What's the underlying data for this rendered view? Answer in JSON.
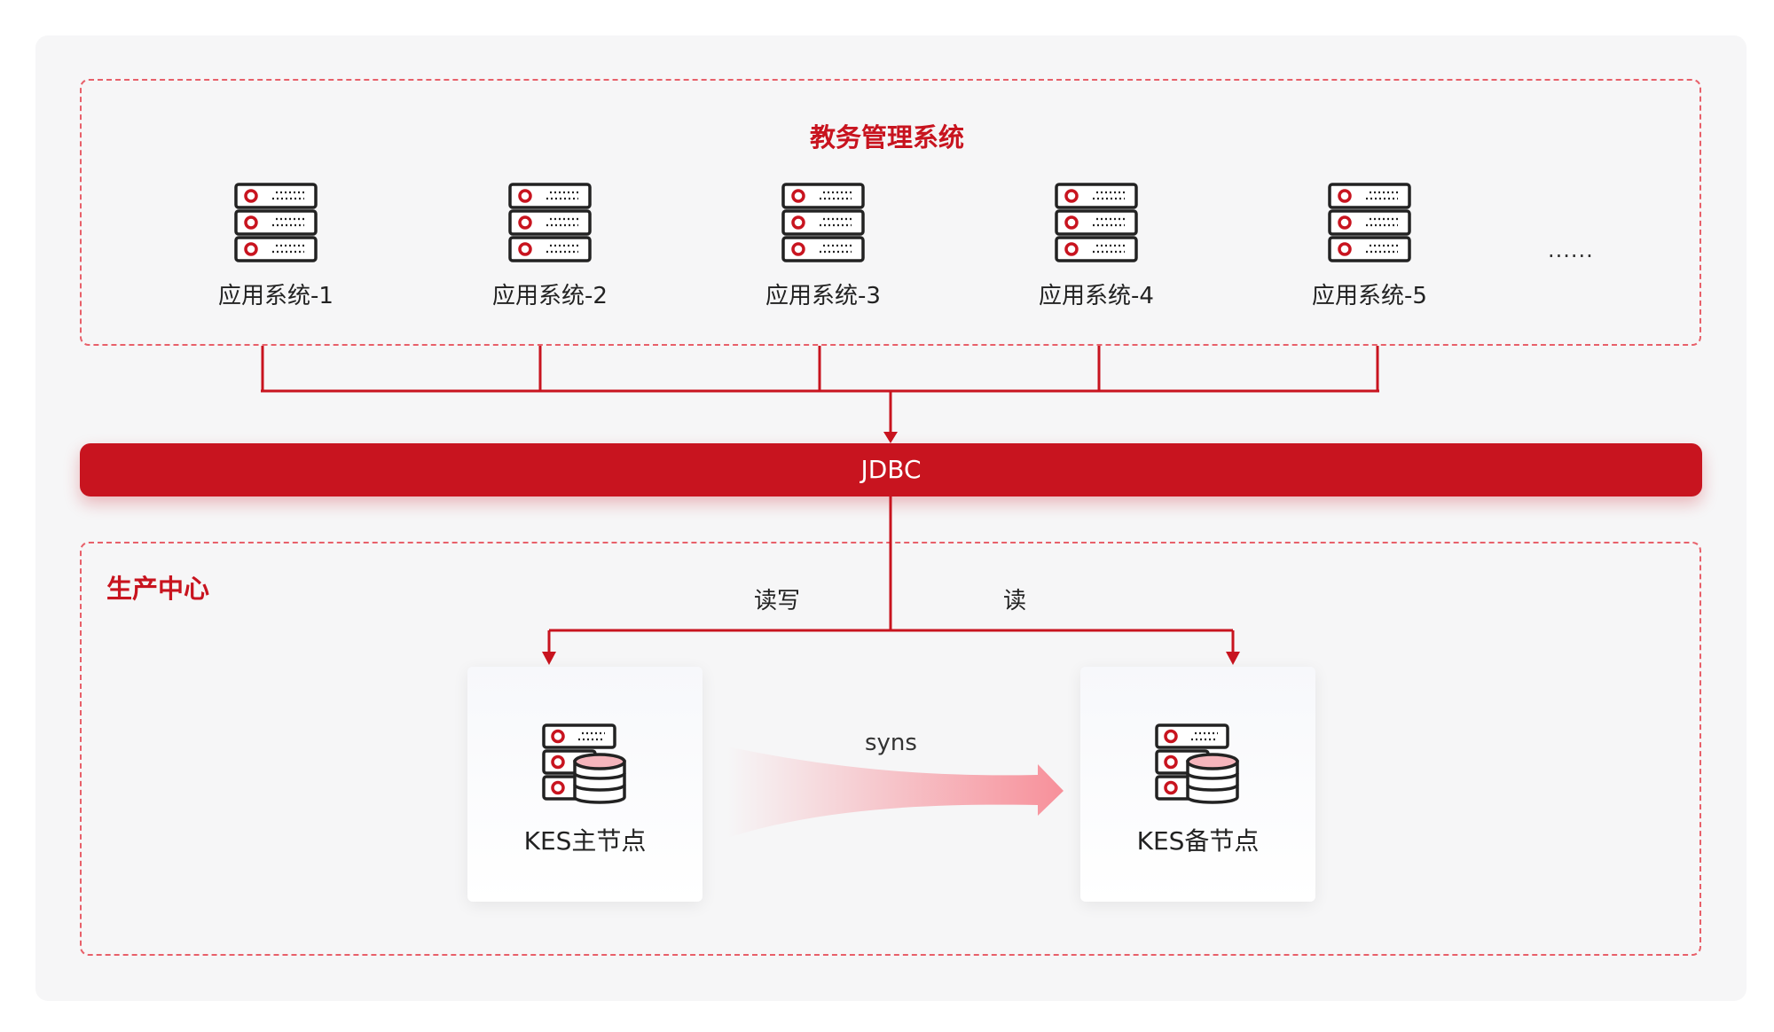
{
  "colors": {
    "accent": "#c8141f",
    "dashed_border": "#e8606a",
    "canvas_bg": "#f6f6f7",
    "sync_gradient_end": "#f7909a"
  },
  "top_zone": {
    "title": "教务管理系统",
    "apps": [
      {
        "label": "应用系统-1",
        "icon": "server-icon"
      },
      {
        "label": "应用系统-2",
        "icon": "server-icon"
      },
      {
        "label": "应用系统-3",
        "icon": "server-icon"
      },
      {
        "label": "应用系统-4",
        "icon": "server-icon"
      },
      {
        "label": "应用系统-5",
        "icon": "server-icon"
      }
    ],
    "more": "......"
  },
  "jdbc": {
    "label": "JDBC"
  },
  "bottom_zone": {
    "title": "生产中心",
    "edge_read_write": "读写",
    "edge_read": "读",
    "sync_label": "syns",
    "primary": {
      "label": "KES主节点",
      "icon": "database-server-icon"
    },
    "standby": {
      "label": "KES备节点",
      "icon": "database-server-icon"
    }
  }
}
